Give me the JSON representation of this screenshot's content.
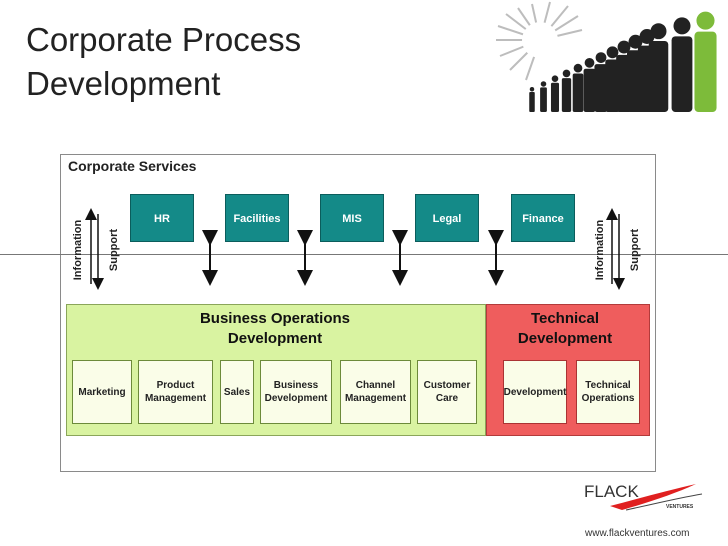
{
  "title": "Corporate Process\nDevelopment",
  "corporate_services": {
    "label": "Corporate Services",
    "services": [
      "HR",
      "Facilities",
      "MIS",
      "Legal",
      "Finance"
    ]
  },
  "side_labels": {
    "information": "Information",
    "support": "Support"
  },
  "business_operations": {
    "title": "Business Operations\nDevelopment",
    "units": [
      "Marketing",
      "Product\nManagement",
      "Sales",
      "Business\nDevelopment",
      "Channel\nManagement",
      "Customer\nCare"
    ]
  },
  "technical": {
    "title": "Technical\nDevelopment",
    "units": [
      "Development",
      "Technical\nOperations"
    ]
  },
  "brand": {
    "name": "FLACK",
    "sub": "VENTURES",
    "url": "www.flackventures.com"
  },
  "colors": {
    "service_fill": "#148a88",
    "business_fill": "#d9f3a1",
    "technical_fill": "#ef5d5d",
    "figure_green": "#7dbb3a",
    "figure_dark": "#222222"
  }
}
